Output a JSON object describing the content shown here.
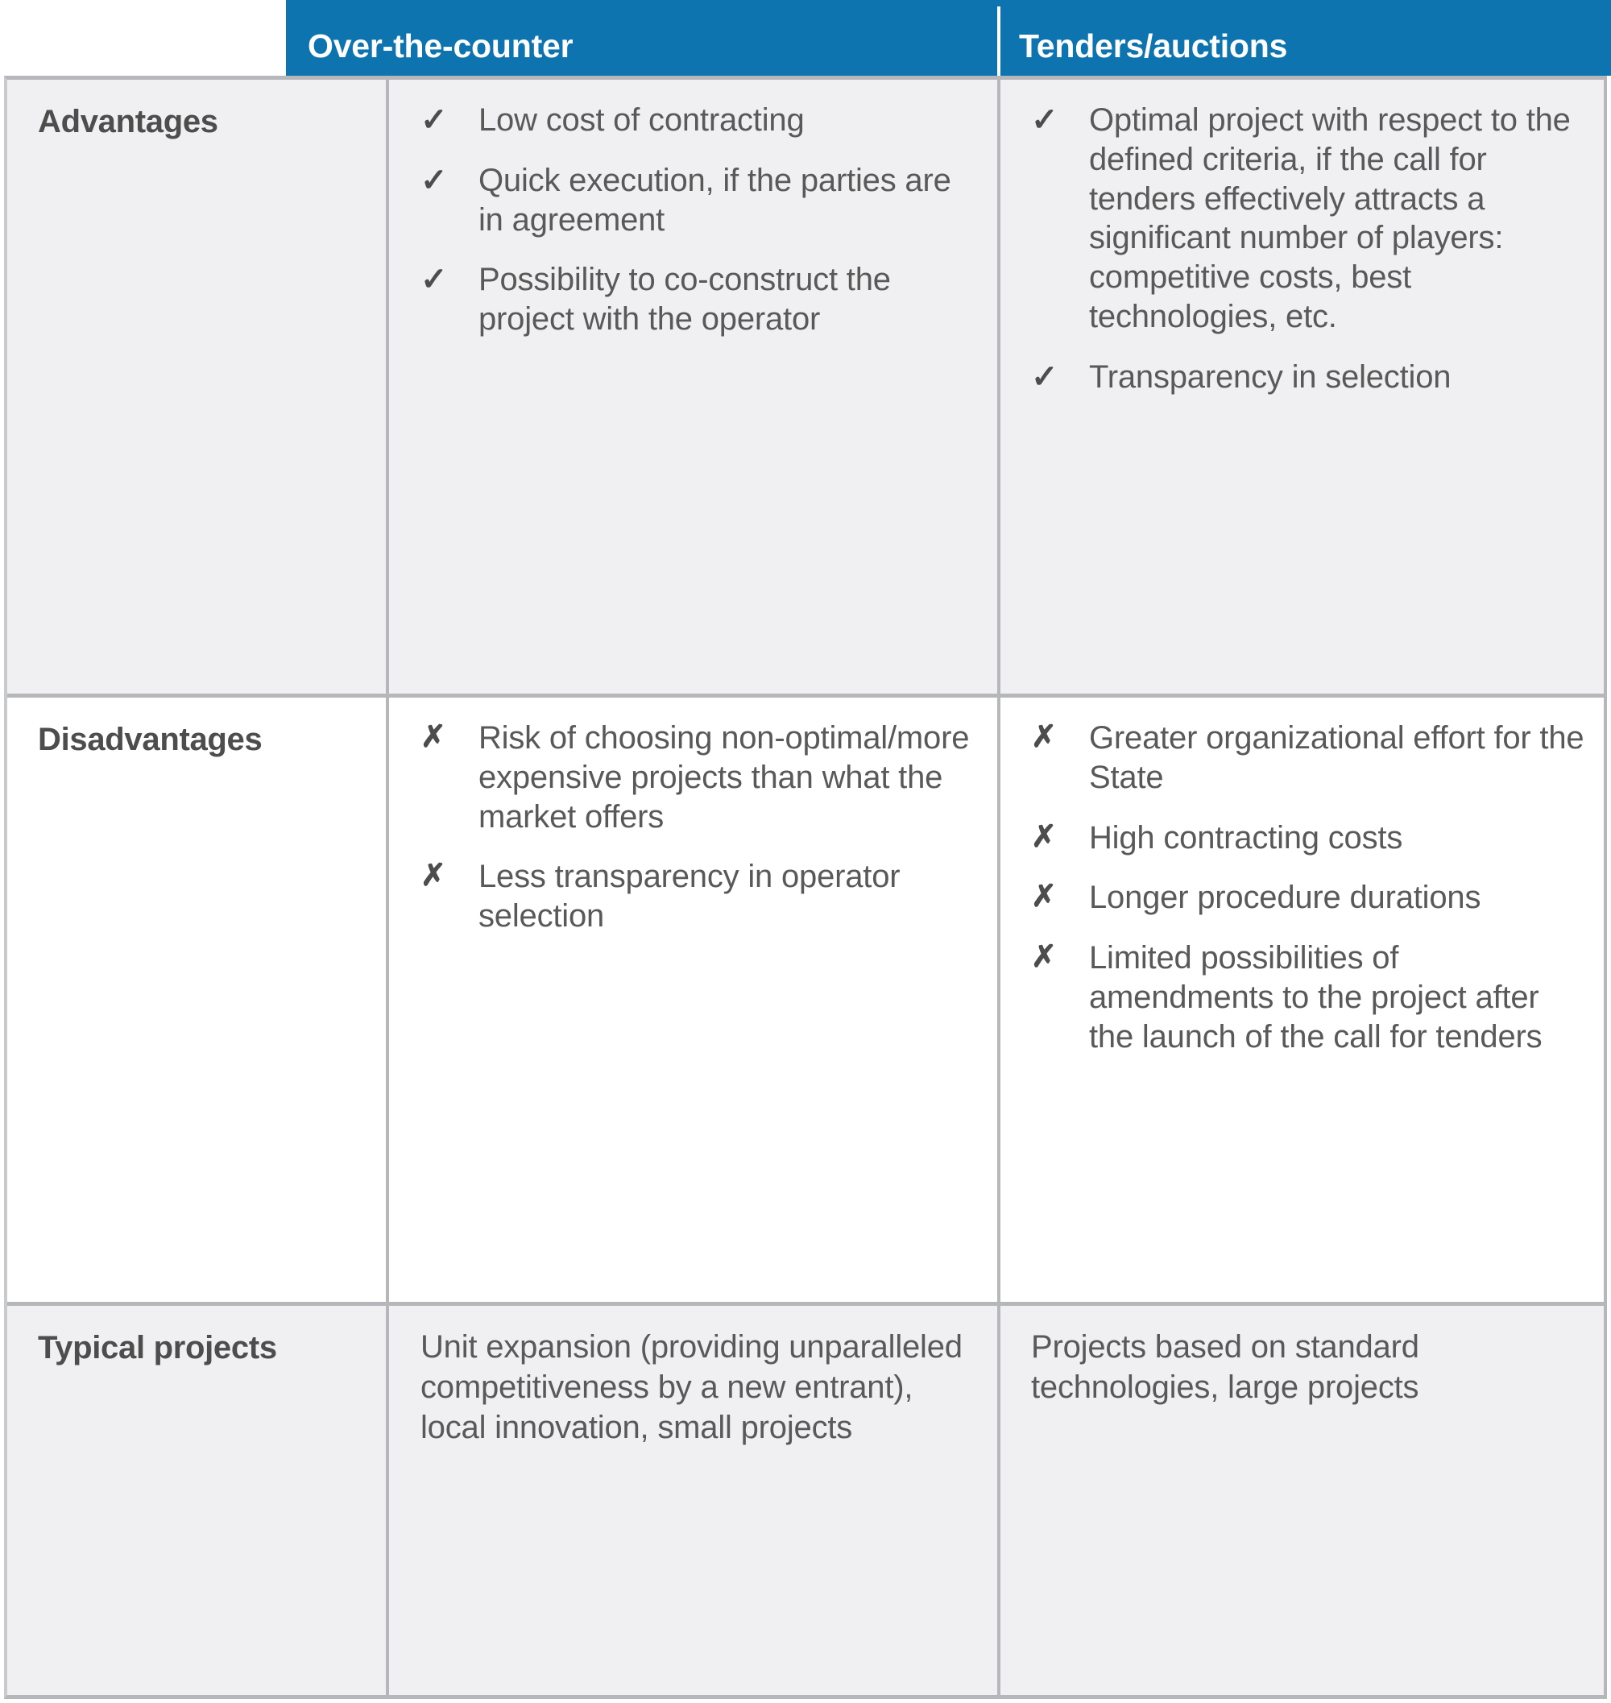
{
  "header": {
    "spacer_label": "",
    "columns": [
      {
        "label": "Over-the-counter"
      },
      {
        "label": "Tenders/auctions"
      }
    ],
    "background_color": "#0d74b0",
    "text_color": "#ffffff"
  },
  "marks": {
    "check": "✓",
    "cross": "✗"
  },
  "colors": {
    "accent_blue": "#0d74b0",
    "row_shade": "#f0f0f2",
    "row_plain": "#ffffff",
    "border": "#b5b7ba",
    "heading_text": "#4d4d4d",
    "body_text": "#595959"
  },
  "rows": [
    {
      "label": "Advantages",
      "shaded": true,
      "otc": {
        "type": "bullets",
        "mark": "check",
        "items": [
          "Low cost of contracting",
          "Quick execution, if the parties are in agreement",
          "Possibility to co-construct the project with the operator"
        ]
      },
      "tenders": {
        "type": "bullets",
        "mark": "check",
        "items": [
          "Optimal project with respect to the defined criteria, if the call for tenders effectively attracts a significant number of players: competitive costs, best technologies, etc.",
          "Transparency in selection"
        ]
      }
    },
    {
      "label": "Disadvantages",
      "shaded": false,
      "otc": {
        "type": "bullets",
        "mark": "cross",
        "items": [
          "Risk of choosing non-optimal/more expensive projects than what the market offers",
          "Less transparency in operator selection"
        ]
      },
      "tenders": {
        "type": "bullets",
        "mark": "cross",
        "items": [
          "Greater organizational effort for the State",
          "High contracting costs",
          "Longer procedure durations",
          "Limited possibilities of amendments to the project after the launch of the call for tenders"
        ]
      }
    },
    {
      "label": "Typical projects",
      "shaded": true,
      "otc": {
        "type": "text",
        "text": "Unit expansion (providing unparalleled competitiveness by a new entrant), local innovation, small projects"
      },
      "tenders": {
        "type": "text",
        "text": "Projects based on standard technologies, large projects"
      }
    }
  ]
}
